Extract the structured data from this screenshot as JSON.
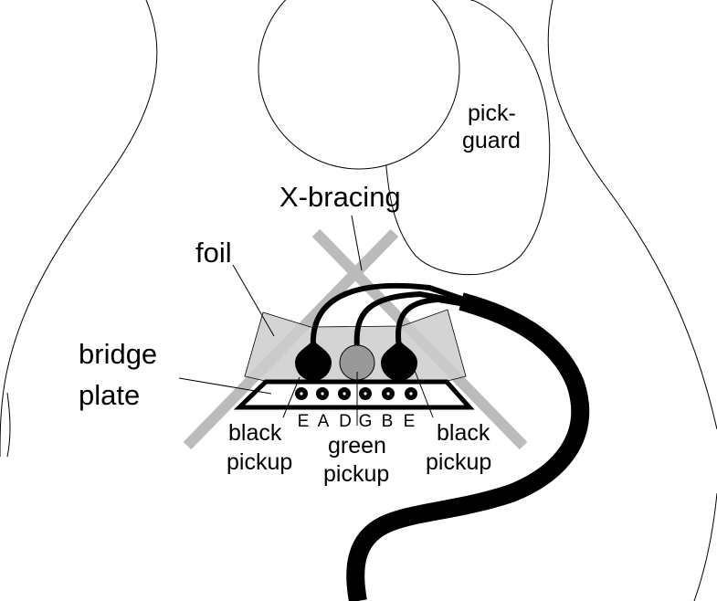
{
  "title": "Acoustic guitar pickup placement diagram",
  "labels": {
    "pickguard_1": "pick-",
    "pickguard_2": "guard",
    "x_bracing": "X-bracing",
    "foil": "foil",
    "bridge_1": "bridge",
    "bridge_2": "plate",
    "black_left_1": "black",
    "black_left_2": "pickup",
    "green_1": "green",
    "green_2": "pickup",
    "black_right_1": "black",
    "black_right_2": "pickup"
  },
  "strings": [
    "E",
    "A",
    "D",
    "G",
    "B",
    "E"
  ],
  "colors": {
    "foil": "#cccccc",
    "bracing": "#bbbbbb",
    "green_pickup": "#999999",
    "black_pickup": "#000000"
  }
}
